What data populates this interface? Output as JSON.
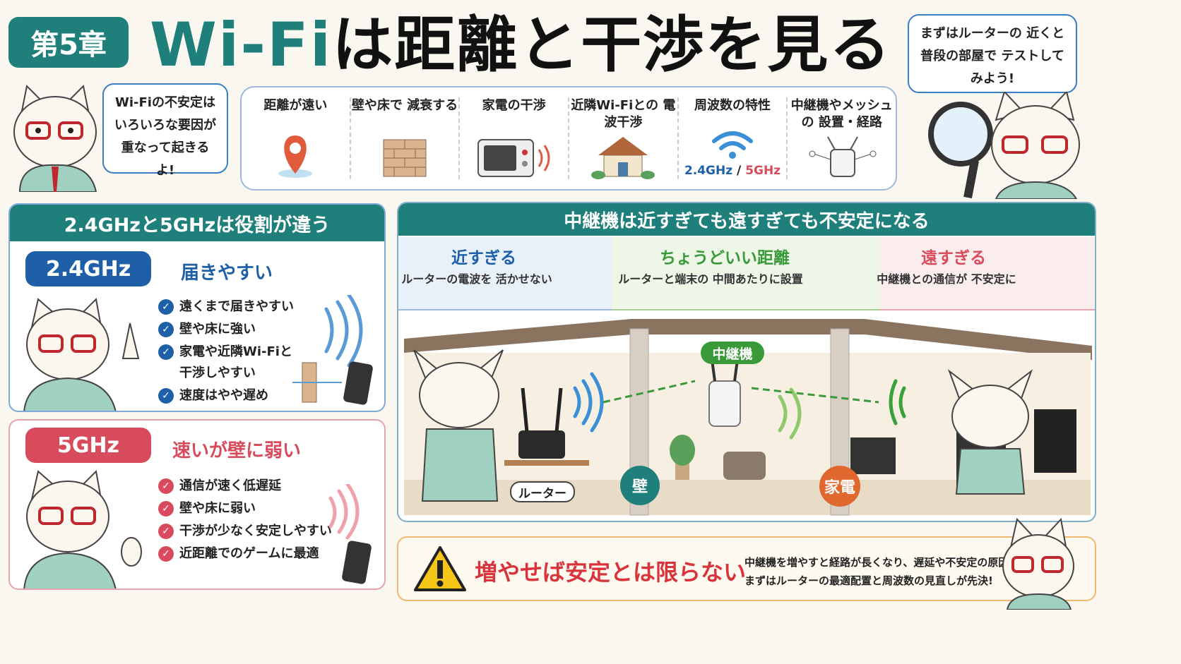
{
  "header": {
    "chapter": "第5章",
    "title_wifi": "Wi-Fi",
    "title_rest": "は距離と干渉を見る"
  },
  "bubbles": {
    "left": "Wi-Fiの不安定は いろいろな要因が 重なって起きるよ!",
    "right": "まずはルーターの 近くと普段の部屋で テストしてみよう!"
  },
  "causes": [
    {
      "label": "距離が遠い",
      "icon": "map-pin-icon"
    },
    {
      "label": "壁や床で 減衰する",
      "icon": "brick-wall-icon"
    },
    {
      "label": "家電の干渉",
      "icon": "microwave-icon"
    },
    {
      "label": "近隣Wi-Fiとの 電波干渉",
      "icon": "house-icon"
    },
    {
      "label": "周波数の特性",
      "icon": "wifi-icon",
      "band_24": "2.4GHz",
      "band_sep": " / ",
      "band_5": "5GHz"
    },
    {
      "label": "中継機やメッシュの 設置・経路",
      "icon": "repeater-icon"
    }
  ],
  "bands": {
    "header": "2.4GHzと5GHzは役割が違う",
    "b24": {
      "label": "2.4GHz",
      "subtitle": "届きやすい",
      "points": [
        "遠くまで届きやすい",
        "壁や床に強い",
        "家電や近隣Wi-Fiと 干渉しやすい",
        "速度はやや遅め"
      ]
    },
    "b5": {
      "label": "5GHz",
      "subtitle": "速いが壁に弱い",
      "points": [
        "通信が速く低遅延",
        "壁や床に弱い",
        "干渉が少なく安定しやすい",
        "近距離でのゲームに最適"
      ]
    }
  },
  "repeater": {
    "header": "中継機は近すぎても遠すぎても不安定になる",
    "zones": [
      {
        "title": "近すぎる",
        "desc": "ルーターの電波を 活かせない"
      },
      {
        "title": "ちょうどいい距離",
        "desc": "ルーターと端末の 中間あたりに設置"
      },
      {
        "title": "遠すぎる",
        "desc": "中継機との通信が 不安定に"
      }
    ],
    "labels": {
      "router": "ルーター",
      "repeater": "中継機",
      "wall": "壁",
      "appliance": "家電"
    }
  },
  "warning": {
    "title": "増やせば安定とは限らない",
    "line1": "中継機を増やすと経路が長くなり、遅延や不安定の原因に。",
    "line2": "まずはルーターの最適配置と周波数の見直しが先決!"
  },
  "colors": {
    "teal": "#1f7f7a",
    "blue": "#1e5fa8",
    "pink": "#d84b5c",
    "green": "#3a9a3a",
    "orange": "#e0672e",
    "red": "#d8343c"
  }
}
